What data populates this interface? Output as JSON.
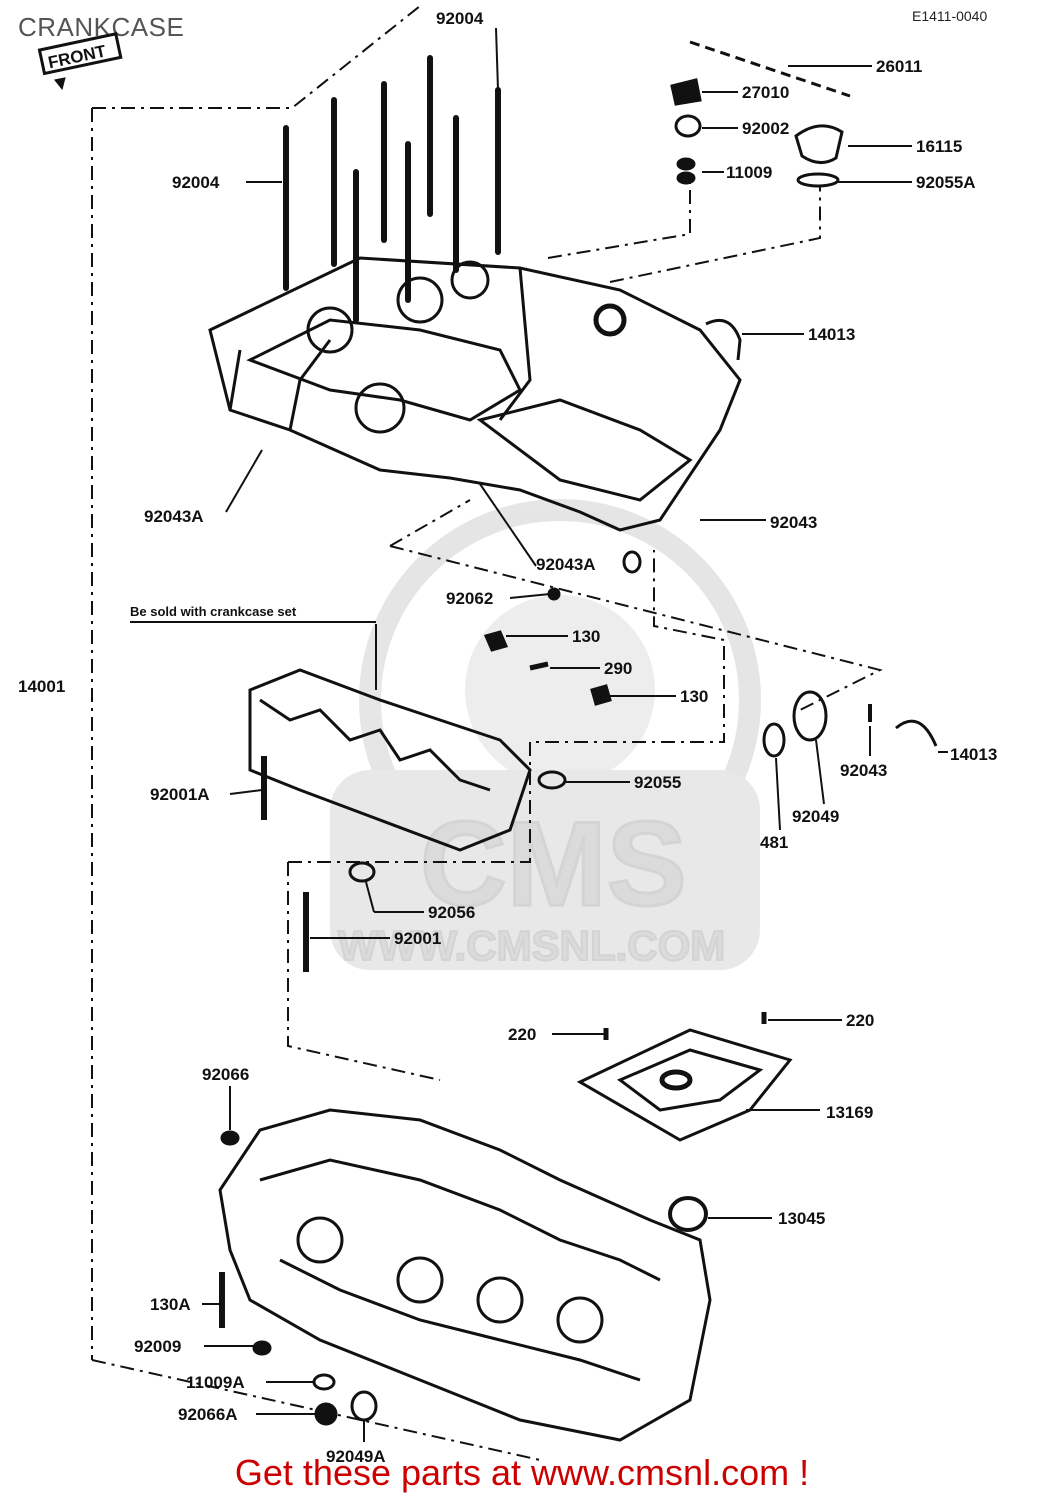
{
  "title": "CRANKCASE",
  "diagram_code": "E1411-0040",
  "front_marker": "FRONT",
  "note": "Be sold with crankcase set",
  "watermark": {
    "brand": "CMS",
    "url": "WWW.CMSNL.COM"
  },
  "footer": "Get these parts at www.cmsnl.com !",
  "labels": {
    "p92004_top": "92004",
    "p92004_left": "92004",
    "p26011": "26011",
    "p27010": "27010",
    "p92002": "92002",
    "p16115": "16115",
    "p11009": "11009",
    "p92055A": "92055A",
    "p14013_top": "14013",
    "p92043A_left": "92043A",
    "p92043_right": "92043",
    "p92043A_mid": "92043A",
    "p92062": "92062",
    "p130_a": "130",
    "p290": "290",
    "p130_b": "130",
    "p14001": "14001",
    "p92001A": "92001A",
    "p92055": "92055",
    "p92043_small": "92043",
    "p14013_right": "14013",
    "p92049": "92049",
    "p481": "481",
    "p92056": "92056",
    "p92001": "92001",
    "p220_left": "220",
    "p220_right": "220",
    "p13169": "13169",
    "p92066": "92066",
    "p13045": "13045",
    "p130A": "130A",
    "p92009": "92009",
    "p11009A": "11009A",
    "p92066A": "92066A",
    "p92049A": "92049A"
  }
}
